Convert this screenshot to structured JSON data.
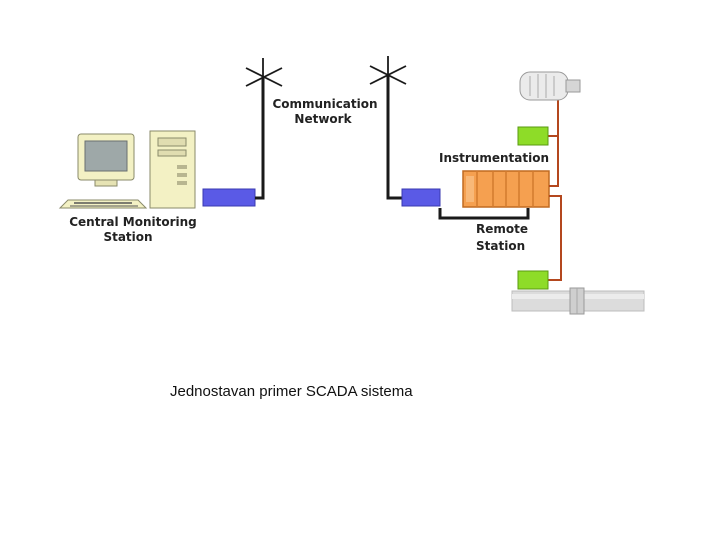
{
  "diagram": {
    "labels": {
      "central_line1": "Central Monitoring",
      "central_line2": "Station",
      "network_line1": "Communication",
      "network_line2": "Network",
      "instrumentation": "Instrumentation",
      "remote_line1": "Remote",
      "remote_line2": "Station"
    },
    "colors": {
      "modem": "#5a5ae6",
      "rtu": "#f5a050",
      "sensor": "#8edc28",
      "signal_wire": "#b4471e",
      "network_wire": "#1a1a1a",
      "computer": "#f3f1c4",
      "pipe": "#dcdcdc"
    },
    "icons": {
      "computer": "desktop-computer-icon",
      "antenna": "radio-antenna-icon",
      "motor": "electric-motor-icon",
      "pipe": "pipeline-icon"
    }
  },
  "caption": "Jednostavan primer SCADA sistema"
}
